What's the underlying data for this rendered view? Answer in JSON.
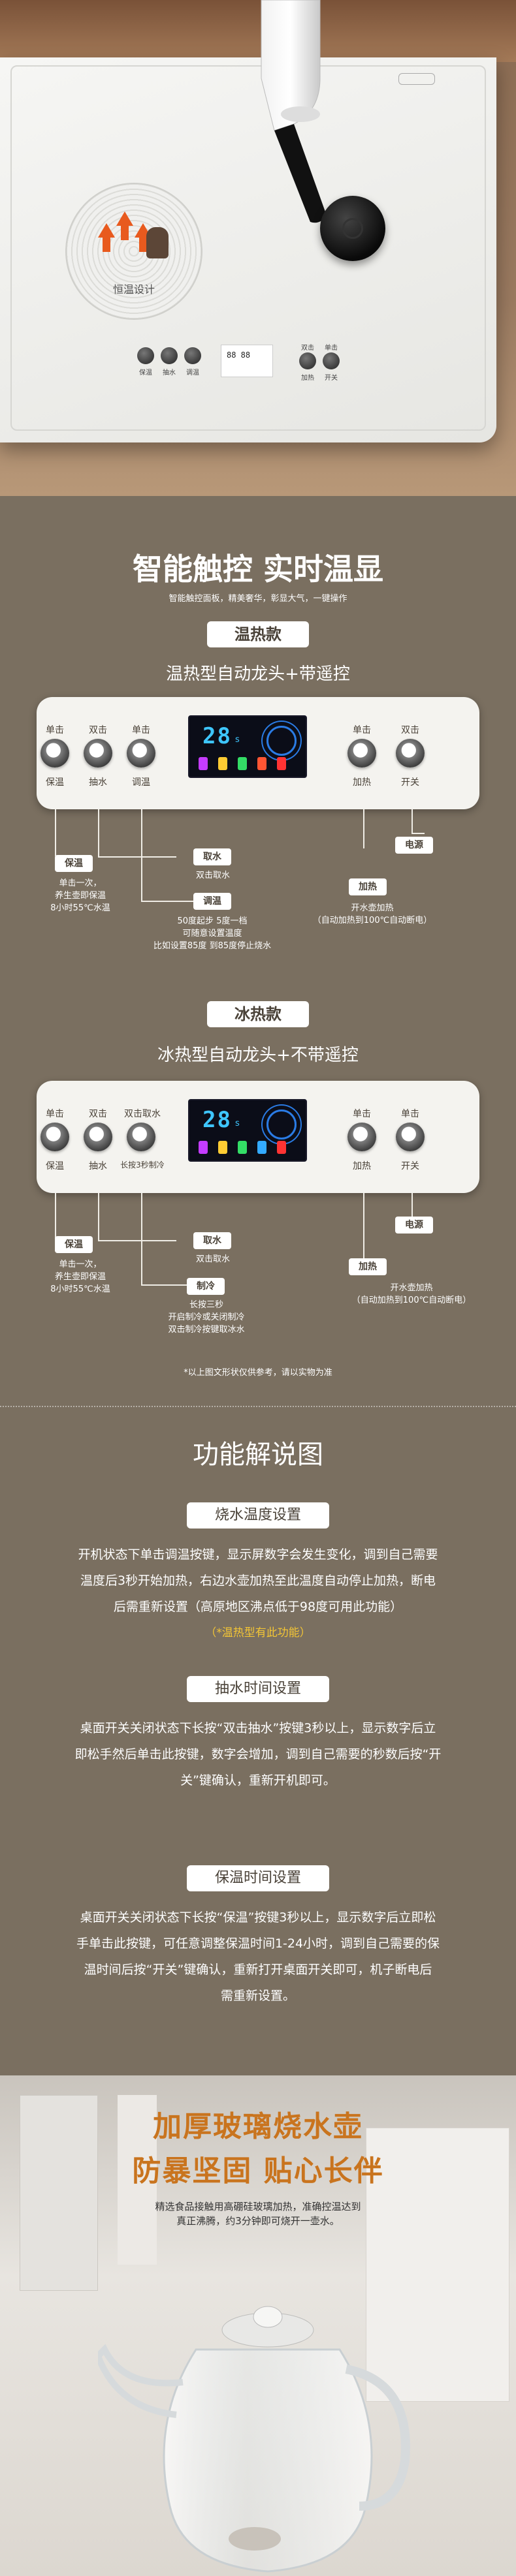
{
  "hero": {
    "thermo_label": "恒温设计",
    "ctrl_labels": [
      "保温",
      "抽水",
      "调温",
      "加热",
      "开关"
    ],
    "ctrl_top_labels": [
      "",
      "",
      "",
      "双击",
      "单击"
    ],
    "display_text": "88 88"
  },
  "section1": {
    "title": "智能触控 实时温显",
    "subtitle": "智能触控面板，精美奢华，彰显大气，一键操作",
    "warm": {
      "badge": "温热款",
      "heading": "温热型自动龙头+带遥控",
      "top_labels": [
        "单击",
        "双击",
        "单击",
        "单击",
        "双击"
      ],
      "bottom_labels": [
        "保温",
        "抽水",
        "调温",
        "加热",
        "开关"
      ],
      "lcd_num": "28",
      "lcd_sub": "s",
      "tag_keep_warm": "保温",
      "note_keep_warm": [
        "单击一次，",
        "养生壶即保温",
        "8小时55℃水温"
      ],
      "tag_pump": "取水",
      "note_pump": "双击取水",
      "tag_adjust": "调温",
      "note_adjust": [
        "50度起步 5度一档",
        "可随意设置温度",
        "比如设置85度 到85度停止烧水"
      ],
      "tag_heat": "加热",
      "note_heat": [
        "开水壶加热",
        "（自动加热到100℃自动断电）"
      ],
      "tag_power": "电源"
    },
    "ice": {
      "badge": "冰热款",
      "heading": "冰热型自动龙头+不带遥控",
      "top_labels": [
        "单击",
        "双击",
        "双击取水",
        "单击",
        "单击"
      ],
      "bottom_labels": [
        "保温",
        "抽水",
        "长按3秒制冷",
        "加热",
        "开关"
      ],
      "lcd_num": "28",
      "lcd_sub": "s",
      "tag_keep_warm": "保温",
      "note_keep_warm": [
        "单击一次，",
        "养生壶即保温",
        "8小时55℃水温"
      ],
      "tag_pump": "取水",
      "note_pump": "双击取水",
      "tag_cool": "制冷",
      "note_cool": [
        "长按三秒",
        "开启制冷或关闭制冷",
        "双击制冷按键取冰水"
      ],
      "tag_heat": "加热",
      "note_heat": [
        "开水壶加热",
        "（自动加热到100℃自动断电）"
      ],
      "tag_power": "电源"
    },
    "disclaimer": "*以上图文形状仅供参考，请以实物为准"
  },
  "section2": {
    "title": "功能解说图",
    "items": [
      {
        "badge": "烧水温度设置",
        "lines": [
          "开机状态下单击调温按键，显示屏数字会发生变化，调到自己需要",
          "温度后3秒开始加热，右边水壶加热至此温度自动停止加热，断电",
          "后需重新设置（高原地区沸点低于98度可用此功能）"
        ],
        "highlight": "（*温热型有此功能）"
      },
      {
        "badge": "抽水时间设置",
        "lines": [
          "桌面开关关闭状态下长按“双击抽水”按键3秒以上，显示数字后立",
          "即松手然后单击此按键，数字会增加，调到自己需要的秒数后按“开",
          "关”键确认，重新开机即可。"
        ]
      },
      {
        "badge": "保温时间设置",
        "lines": [
          "桌面开关关闭状态下长按“保温”按键3秒以上，显示数字后立即松",
          "手单击此按键，可任意调整保温时间1-24小时，调到自己需要的保",
          "温时间后按“开关”键确认，重新打开桌面开关即可，机子断电后",
          "需重新设置。"
        ]
      }
    ]
  },
  "section3": {
    "title1": "加厚玻璃烧水壶",
    "title2": "防暴坚固  贴心长伴",
    "desc": [
      "精选食品接触用高硼硅玻璃加热，准确控温达到",
      "真正沸腾，约3分钟即可烧开一壶水。"
    ]
  },
  "colors": {
    "background": "#7a6f60",
    "accent_orange": "#c9741e",
    "highlight_yellow": "#f3c535",
    "lcd_blue": "#3ec6ff"
  }
}
